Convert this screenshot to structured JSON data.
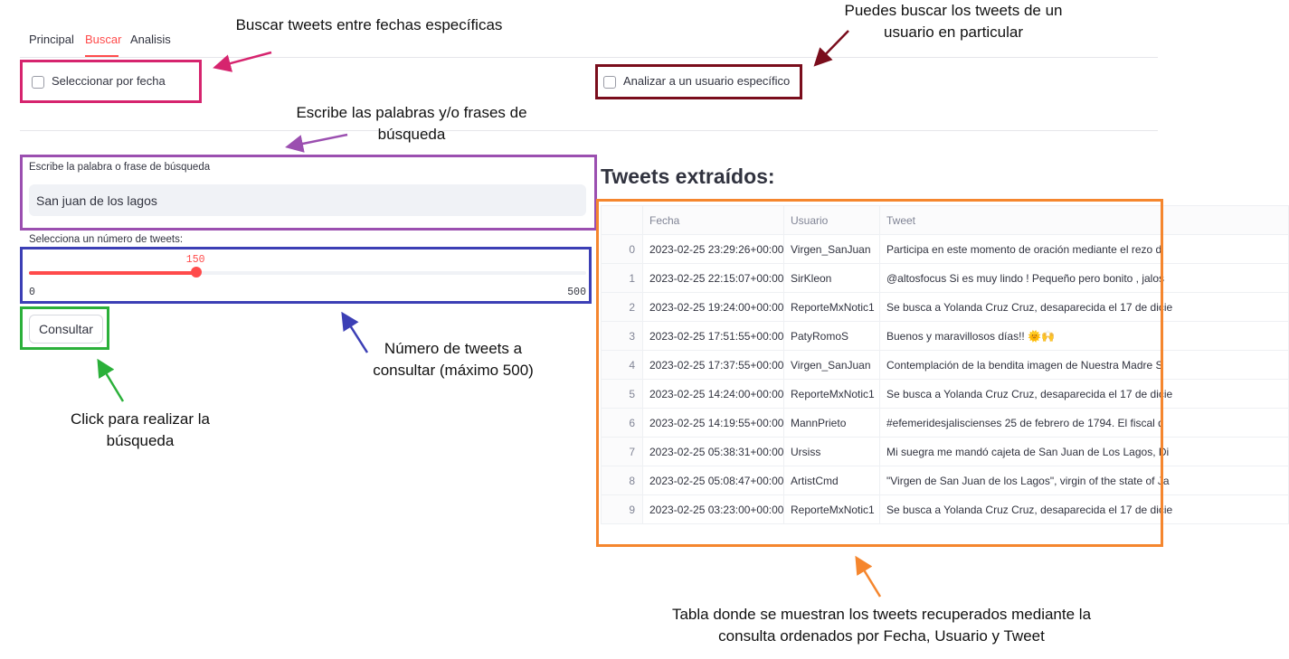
{
  "tabs": [
    {
      "label": "Principal",
      "active": false
    },
    {
      "label": "Buscar",
      "active": true
    },
    {
      "label": "Analisis",
      "active": false
    }
  ],
  "filters": {
    "by_date_label": "Seleccionar por fecha",
    "by_user_label": "Analizar a un usuario específico"
  },
  "search": {
    "label": "Escribe la palabra o frase de búsqueda",
    "value": "San juan de los lagos"
  },
  "slider": {
    "label": "Selecciona un número de tweets:",
    "value": "150",
    "min": "0",
    "max": "500"
  },
  "submit_label": "Consultar",
  "results": {
    "heading": "Tweets extraídos:",
    "columns": [
      "",
      "Fecha",
      "Usuario",
      "Tweet"
    ],
    "rows": [
      {
        "idx": "0",
        "fecha": "2023-02-25 23:29:26+00:00",
        "usuario": "Virgen_SanJuan",
        "tweet": "Participa en este momento de oración mediante el rezo d"
      },
      {
        "idx": "1",
        "fecha": "2023-02-25 22:15:07+00:00",
        "usuario": "SirKleon",
        "tweet": "@altosfocus Si es muy lindo ! Pequeño pero bonito , jalos"
      },
      {
        "idx": "2",
        "fecha": "2023-02-25 19:24:00+00:00",
        "usuario": "ReporteMxNotic1",
        "tweet": "Se busca a Yolanda Cruz Cruz, desaparecida el 17 de dicie"
      },
      {
        "idx": "3",
        "fecha": "2023-02-25 17:51:55+00:00",
        "usuario": "PatyRomoS",
        "tweet": "Buenos y maravillosos días!! 🌞🙌"
      },
      {
        "idx": "4",
        "fecha": "2023-02-25 17:37:55+00:00",
        "usuario": "Virgen_SanJuan",
        "tweet": "Contemplación de la bendita imagen de Nuestra Madre S"
      },
      {
        "idx": "5",
        "fecha": "2023-02-25 14:24:00+00:00",
        "usuario": "ReporteMxNotic1",
        "tweet": "Se busca a Yolanda Cruz Cruz, desaparecida el 17 de dicie"
      },
      {
        "idx": "6",
        "fecha": "2023-02-25 14:19:55+00:00",
        "usuario": "MannPrieto",
        "tweet": "#efemeridesjaliscienses 25 de febrero de 1794. El fiscal d"
      },
      {
        "idx": "7",
        "fecha": "2023-02-25 05:38:31+00:00",
        "usuario": "Ursiss",
        "tweet": "Mi suegra me mandó cajeta de San Juan de Los Lagos, Di"
      },
      {
        "idx": "8",
        "fecha": "2023-02-25 05:08:47+00:00",
        "usuario": "ArtistCmd",
        "tweet": "\"Virgen de San Juan de los Lagos\", virgin of the state of Ja"
      },
      {
        "idx": "9",
        "fecha": "2023-02-25 03:23:00+00:00",
        "usuario": "ReporteMxNotic1",
        "tweet": "Se busca a Yolanda Cruz Cruz, desaparecida el 17 de dicie"
      }
    ]
  },
  "annotations": {
    "dates_note": "Buscar tweets entre fechas específicas",
    "user_note": "Puedes buscar los tweets de un usuario en particular",
    "query_note": "Escribe las palabras y/o frases de búsqueda",
    "count_note": "Número de tweets a consultar (máximo 500)",
    "click_note": "Click para realizar la búsqueda",
    "table_note": "Tabla donde se muestran los tweets recuperados mediante la consulta ordenados por Fecha, Usuario y Tweet"
  },
  "colors": {
    "accent": "#ff4b4b",
    "box_dates": "#d6246e",
    "box_user": "#7a0d1c",
    "box_query": "#9b4fb0",
    "box_count": "#3c3fb5",
    "box_button": "#2bb03a",
    "box_table": "#f5862e"
  }
}
